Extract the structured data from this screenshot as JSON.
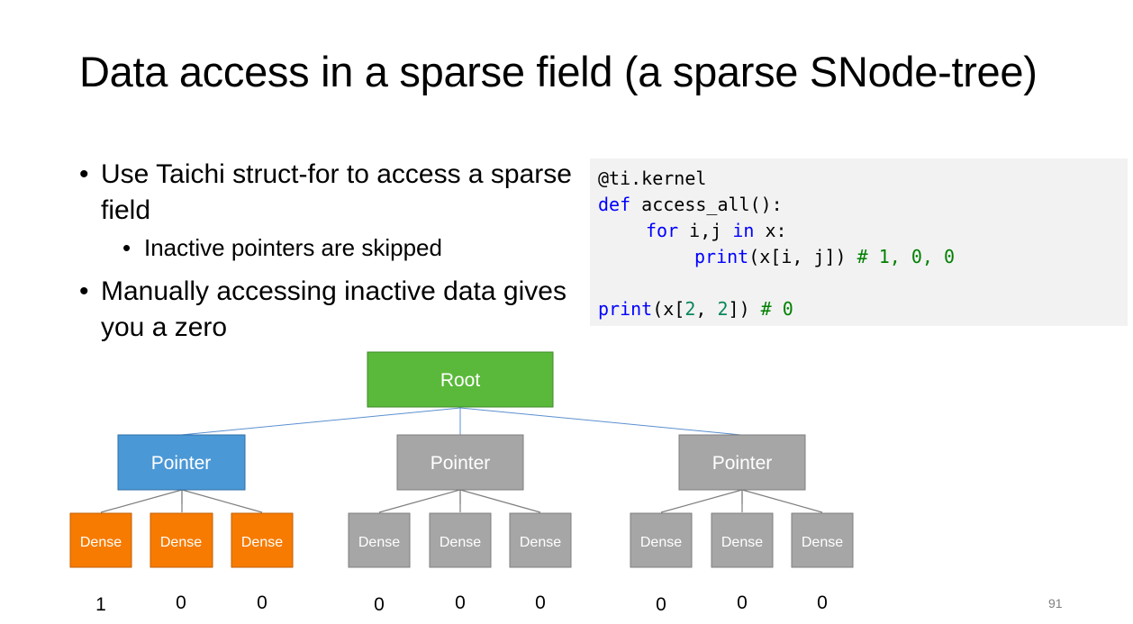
{
  "title": "Data access in a sparse field (a sparse SNode-tree)",
  "bullets": {
    "b1": "Use Taichi struct-for to access a sparse field",
    "b1_sub": "Inactive pointers are skipped",
    "b2": "Manually accessing inactive data gives you a zero"
  },
  "code": {
    "decorator": "@ti.kernel",
    "def_kw": "def",
    "func_sig": " access_all():",
    "for_kw": "for",
    "loop_vars": " i,j ",
    "in_kw": "in",
    "loop_target": " x:",
    "print_kw": "print",
    "print_arg": "(x[i, j]) ",
    "print_comment": "# 1, 0, 0",
    "print2_kw": "print",
    "print2_pre": "(x[",
    "print2_n1": "2",
    "print2_mid": ", ",
    "print2_n2": "2",
    "print2_post": "]) ",
    "print2_comment": "# 0"
  },
  "tree": {
    "root_label": "Root",
    "pointer_labels": [
      "Pointer",
      "Pointer",
      "Pointer"
    ],
    "dense_label": "Dense",
    "values": [
      "1",
      "0",
      "0",
      "0",
      "0",
      "0",
      "0",
      "0",
      "0"
    ]
  },
  "colors": {
    "root": "#5ab93a",
    "pointer_active": "#4a98d6",
    "dense_active": "#f77b00",
    "inactive": "#a6a6a6",
    "root_line": "#5b8fd0",
    "tree_line": "#7f7f7f"
  },
  "page_number": "91"
}
